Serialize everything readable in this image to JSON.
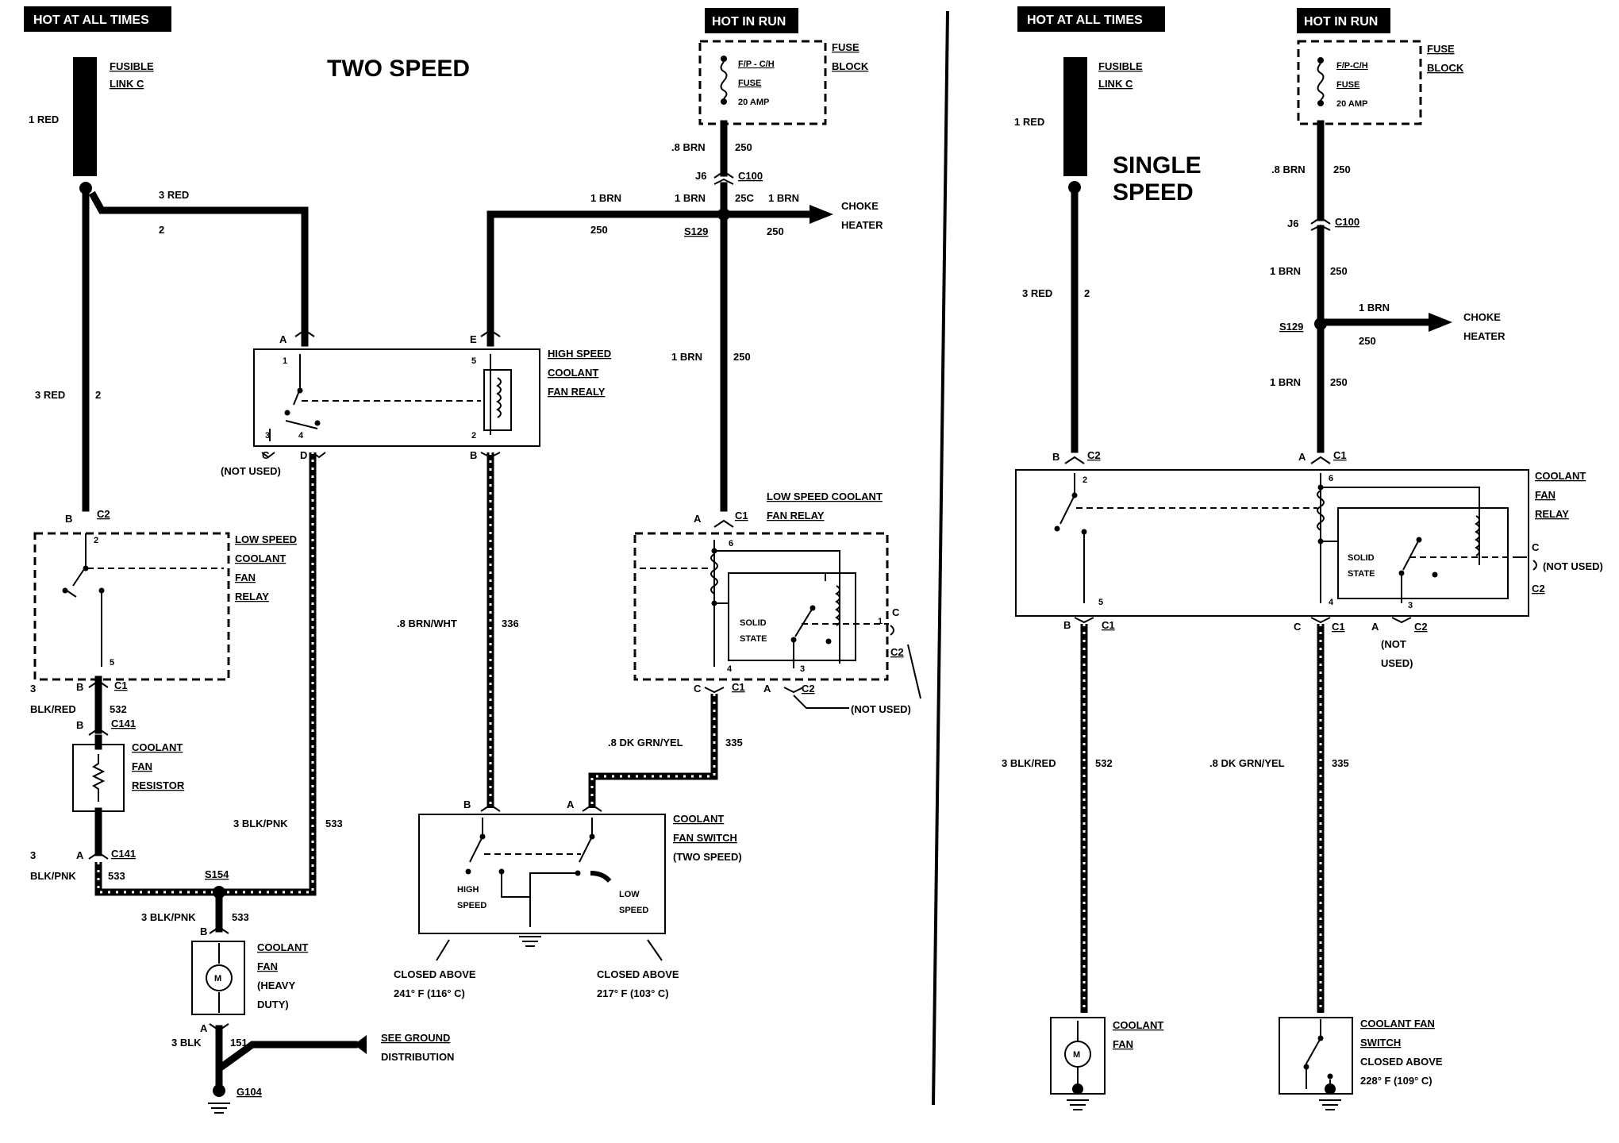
{
  "two_speed": {
    "title": "TWO SPEED",
    "hot_at_all_times": "HOT AT ALL TIMES",
    "hot_in_run": "HOT IN RUN",
    "fusible_link": [
      "FUSIBLE",
      "LINK C"
    ],
    "fuse_block": [
      "FUSE",
      "BLOCK"
    ],
    "fuse": [
      "F/P - C/H",
      "FUSE",
      "20 AMP"
    ],
    "high_speed_relay": [
      "HIGH SPEED",
      "COOLANT",
      "FAN REALY"
    ],
    "low_speed_relay_left": [
      "LOW SPEED",
      "COOLANT",
      "FAN",
      "RELAY"
    ],
    "low_speed_relay_right": [
      "LOW SPEED COOLANT",
      "FAN RELAY"
    ],
    "coolant_fan_resistor": [
      "COOLANT",
      "FAN",
      "RESISTOR"
    ],
    "coolant_fan_switch": [
      "COOLANT",
      "FAN SWITCH",
      "(TWO SPEED)"
    ],
    "coolant_fan_heavy": [
      "COOLANT",
      "FAN",
      "(HEAVY",
      "DUTY)"
    ],
    "choke_heater": [
      "CHOKE",
      "HEATER"
    ],
    "see_ground": [
      "SEE GROUND",
      "DISTRIBUTION"
    ],
    "closed_above_high": [
      "CLOSED ABOVE",
      "241° F (116° C)"
    ],
    "closed_above_low": [
      "CLOSED ABOVE",
      "217° F (103° C)"
    ],
    "switch_high": [
      "HIGH",
      "SPEED"
    ],
    "switch_low": [
      "LOW",
      "SPEED"
    ],
    "solid_state": [
      "SOLID",
      "STATE"
    ],
    "not_used": "(NOT USED)",
    "not_used_c2": "(NOT USED)",
    "motor": "M",
    "labels": {
      "red1": "1 RED",
      "red3_top": "3 RED",
      "num2_top": "2",
      "red3_side": "3 RED",
      "num2_side": "2",
      "brn8": ".8 BRN",
      "n250a": "250",
      "j6": "J6",
      "c100": "C100",
      "brn1a": "1 BRN",
      "brn1b": "1 BRN",
      "n250b": "250",
      "s129": "S129",
      "n25c": "25C",
      "brn1c": "1 BRN",
      "n250c": "250",
      "brn1d": "1 BRN",
      "n250d": "250",
      "pinA_hs": "A",
      "pinE_hs": "E",
      "pin1_hs": "1",
      "pin5_hs": "5",
      "pin3_hs": "3",
      "pin4_hs": "4",
      "pin2_hs": "2",
      "pinC_hs": "C",
      "pinD_hs": "D",
      "pinB_hs": "B",
      "pinB_c2": "B",
      "c2_left": "C2",
      "pin2_ls": "2",
      "pin5_ls": "5",
      "n3a": "3",
      "pinB_c1": "B",
      "c1_left": "C1",
      "blkred": "BLK/RED",
      "n532": "532",
      "pinB_c141": "B",
      "c141a": "C141",
      "n3b": "3",
      "pinA_c141": "A",
      "c141b": "C141",
      "blkpnk": "BLK/PNK",
      "n533a": "533",
      "s154": "S154",
      "blkpnk3": "3 BLK/PNK",
      "n533b": "533",
      "blkpnk3_b": "3 BLK/PNK",
      "n533c": "533",
      "pinB_fan": "B",
      "pinA_fan": "A",
      "blk3": "3 BLK",
      "n151": "151",
      "g104": "G104",
      "brnwht": ".8 BRN/WHT",
      "n336": "336",
      "pinA_c1r": "A",
      "c1_right_top": "C1",
      "pin6_lsr": "6",
      "pin4_lsr": "4",
      "pin3_lsr": "3",
      "pin1_lsr": "1",
      "pinC_lsr": "C",
      "c2_right": "C2",
      "pinC_c1r": "C",
      "c1_right_bot": "C1",
      "pinA_c2r": "A",
      "c2_right_bot": "C2",
      "dkgrn": ".8 DK GRN/YEL",
      "n335": "335",
      "pinB_sw": "B",
      "pinA_sw": "A"
    }
  },
  "single_speed": {
    "title": [
      "SINGLE",
      "SPEED"
    ],
    "hot_at_all_times": "HOT AT ALL TIMES",
    "hot_in_run": "HOT IN RUN",
    "fusible_link": [
      "FUSIBLE",
      "LINK C"
    ],
    "fuse_block": [
      "FUSE",
      "BLOCK"
    ],
    "fuse": [
      "F/P-C/H",
      "FUSE",
      "20 AMP"
    ],
    "coolant_fan_relay": [
      "COOLANT",
      "FAN",
      "RELAY"
    ],
    "choke_heater": [
      "CHOKE",
      "HEATER"
    ],
    "solid_state": [
      "SOLID",
      "STATE"
    ],
    "not_used_c": "(NOT USED)",
    "not_used_a": [
      "(NOT",
      "USED)"
    ],
    "coolant_fan": [
      "COOLANT",
      "FAN"
    ],
    "coolant_fan_switch": [
      "COOLANT FAN",
      "SWITCH",
      "CLOSED ABOVE",
      "228° F (109° C)"
    ],
    "motor": "M",
    "labels": {
      "red1": "1 RED",
      "red3": "3 RED",
      "num2": "2",
      "brn8": ".8 BRN",
      "n250a": "250",
      "j6": "J6",
      "c100": "C100",
      "brn1a": "1 BRN",
      "n250b": "250",
      "s129": "S129",
      "brn1b": "1 BRN",
      "n250c": "250",
      "brn1c": "1 BRN",
      "n250d": "250",
      "pinB": "B",
      "c2": "C2",
      "pinA": "A",
      "c1": "C1",
      "pin2": "2",
      "pin6": "6",
      "pin5": "5",
      "pin4": "4",
      "pin3": "3",
      "pinC_side": "C",
      "c2_side": "C2",
      "pinB_bot": "B",
      "c1_bot_l": "C1",
      "pinC_bot": "C",
      "c1_bot_r": "C1",
      "pinA_bot": "A",
      "c2_bot": "C2",
      "blkred": "3 BLK/RED",
      "n532": "532",
      "dkgrn": ".8 DK GRN/YEL",
      "n335": "335"
    }
  }
}
